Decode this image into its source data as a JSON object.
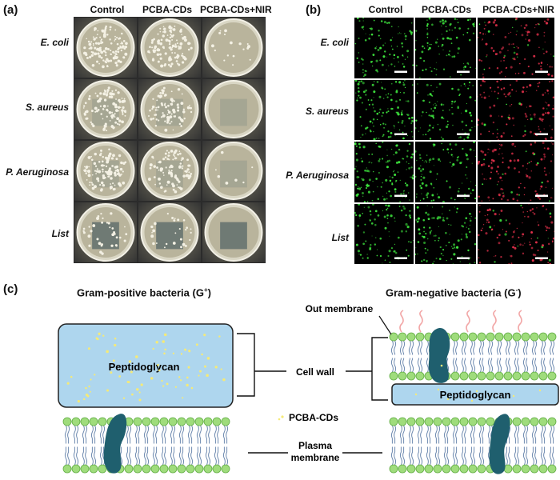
{
  "panel_a": {
    "label": "(a)",
    "columns": [
      "Control",
      "PCBA-CDs",
      "PCBA-CDs+NIR"
    ],
    "rows": [
      "E. coli",
      "S. aureus",
      "P. Aeruginosa",
      "List"
    ],
    "colony_density": [
      [
        0.9,
        0.85,
        0.12
      ],
      [
        0.75,
        0.6,
        0.0
      ],
      [
        0.8,
        0.7,
        0.05
      ],
      [
        0.25,
        0.2,
        0.0
      ]
    ]
  },
  "panel_b": {
    "label": "(b)",
    "columns": [
      "Control",
      "PCBA-CDs",
      "PCBA-CDs+NIR"
    ],
    "rows": [
      "E. coli",
      "S. aureus",
      "P. Aeruginosa",
      "List"
    ],
    "stain_colors": [
      "#3ee63e",
      "#3ee63e",
      "#e0304a"
    ]
  },
  "panel_c": {
    "label": "(c)",
    "gram_positive_title": "Gram-positive bacteria (G",
    "gram_positive_sup": "+",
    "gram_positive_close": ")",
    "gram_negative_title": "Gram-negative bacteria (G",
    "gram_negative_sup": "-",
    "gram_negative_close": ")",
    "peptidoglycan": "Peptidoglycan",
    "cell_wall": "Cell wall",
    "pcba_cds": "PCBA-CDs",
    "plasma_line1": "Plasma",
    "plasma_line2": "membrane",
    "out_membrane": "Out membrane",
    "colors": {
      "peptidoglycan_fill": "#aed6ee",
      "lipid_head": "#9fdc7c",
      "lipid_head_stroke": "#62ad45",
      "protein": "#1f5f6e",
      "dot": "#f5ea78",
      "lps": "#f2a6a6"
    }
  }
}
